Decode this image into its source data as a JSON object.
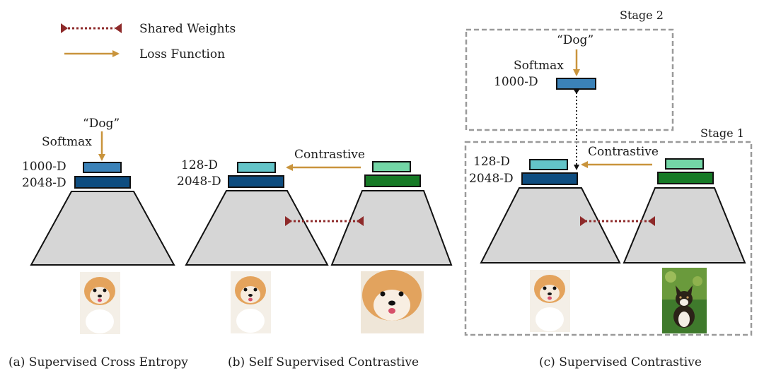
{
  "legend": {
    "shared_weights": "Shared Weights",
    "loss_function": "Loss Function"
  },
  "colors": {
    "loss_arrow": "#c9943c",
    "shared_weights": "#8e2a2a",
    "encoder_fill": "#d6d6d6",
    "blue_dark": "#0e4d80",
    "blue_mid": "#3b82b8",
    "teal_light": "#63c4c8",
    "green_dark": "#167a26",
    "green_light": "#73d6a6",
    "stage_border": "#9a9a9a"
  },
  "panel_a": {
    "label_text": "“Dog”",
    "softmax": "Softmax",
    "dim_top": "1000-D",
    "dim_bottom": "2048-D",
    "caption": "(a) Supervised Cross Entropy"
  },
  "panel_b": {
    "dim_top": "128-D",
    "dim_bottom": "2048-D",
    "contrastive": "Contrastive",
    "caption": "(b) Self Supervised Contrastive"
  },
  "panel_c": {
    "stage2": "Stage 2",
    "stage1": "Stage 1",
    "label_text": "“Dog”",
    "softmax": "Softmax",
    "dim_classifier": "1000-D",
    "dim_top": "128-D",
    "dim_bottom": "2048-D",
    "contrastive": "Contrastive",
    "caption": "(c) Supervised Contrastive"
  }
}
